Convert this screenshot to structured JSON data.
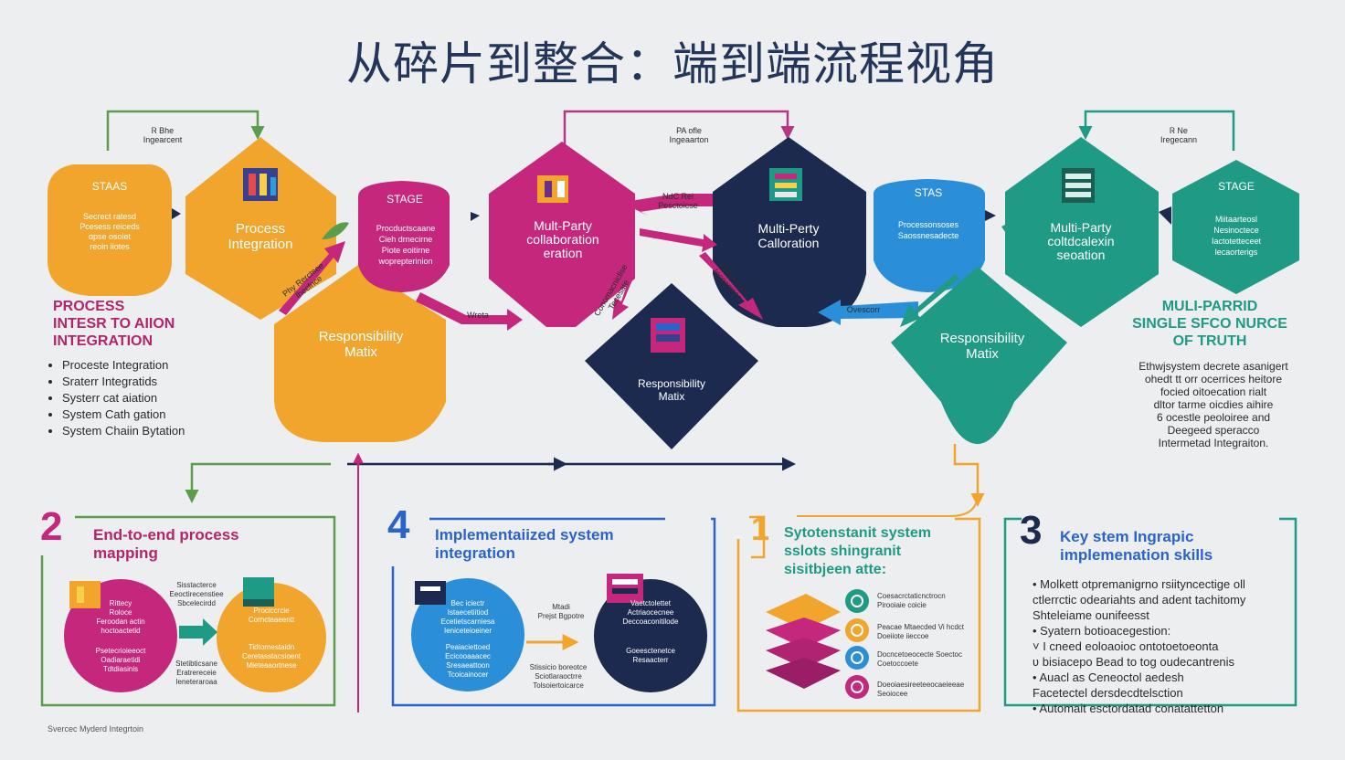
{
  "title": "从碎片到整合：端到端流程视角",
  "top_labels": {
    "left": [
      "Ꮢ Bhe",
      "Ingearcent"
    ],
    "center": [
      "PA ofle",
      "Ingeaarton"
    ],
    "right": [
      "Ꮢ Ne",
      "Iregecann"
    ]
  },
  "shapes": {
    "left_stage": {
      "title": "STAAS",
      "lines": [
        "Secrect ratesd",
        "Pcesess reiceds",
        "ɑpse osoiet",
        "reoin iiotes"
      ]
    },
    "process_integration": [
      "Process",
      "Integration"
    ],
    "center_stage": {
      "title": "STAGE",
      "lines": [
        "Procductscaane",
        "Cieh drnecirne",
        "Piote eoitirne",
        "woprepterinion"
      ]
    },
    "responsibility_left": [
      "Responsibility",
      "Matix"
    ],
    "multiparty_magenta": [
      "Mult-Party",
      "collaboration",
      "eration"
    ],
    "multiparty_navy": [
      "Multi-Perty",
      "Calloration"
    ],
    "responsibility_navy": [
      "Responsibility",
      "Matix"
    ],
    "blue_stage": {
      "title": "STAS",
      "lines": [
        "Processonsoses",
        "Saossnesadecte"
      ]
    },
    "multiparty_teal": [
      "Multi-Party",
      "coltdcalexin",
      "seoation"
    ],
    "teal_stage": {
      "title": "STAGE",
      "lines": [
        "Miitaarteosl",
        "Nesinoctece",
        "Iactotetteceet",
        "lecaorterigs"
      ]
    },
    "responsibility_teal": [
      "Responsibility",
      "Matix"
    ]
  },
  "arrow_labels": {
    "a1": [
      "Phy Rerctsee",
      "Ihecfnce"
    ],
    "a2": [
      "NdC Rei",
      "Pesctoicse"
    ],
    "a3": "Wreta",
    "a4": [
      "Conomacniclise",
      "Tecesate"
    ],
    "a5": [
      "Heticeomp",
      "Iecqanisce"
    ],
    "a6": "Ovescorr"
  },
  "left_heading": [
    "PROCESS",
    "INTESR TO AIION",
    "INTEGRATION"
  ],
  "left_bullets": [
    "Proceste Integration",
    "Sraterr Integratids",
    "Systerr cat aiation",
    "System Cath gation",
    "System Chaiin Bytation"
  ],
  "right_heading": [
    "MULI-PARRID",
    "SINGLE SFCO NURCE",
    "OF TRUTH"
  ],
  "right_desc": [
    "Ethwjsystem decrete asanigert",
    "ohedt tt orr ocerrices heitore",
    "focied oitoecation rialt",
    "dltor tarme oicdies aihire",
    "6 ocestle peoloiree and",
    "Deegeed speracco",
    "Intermetad Integraiton."
  ],
  "boxes": {
    "b2": {
      "number": "2",
      "title": [
        "End-to-end process",
        "mapping"
      ],
      "left_circle": [
        "Rittecy",
        "Roloce",
        "Feroodan actin",
        "hoctoactetid",
        "Psetecrioieeoct",
        "Oadiaraetidi",
        "Tdtdiasinis"
      ],
      "right_circle": [
        "Prociccrcie",
        "Corncteaeentt",
        "Tidtornestaidn",
        "Ceretasstacsioent",
        "Mieteaaortnese"
      ],
      "mid_top": [
        "Sisstacterce",
        "Eeoctirecenstiee",
        "Sbcelecirdd"
      ],
      "mid_bottom": [
        "Stetibticsane",
        "Eratrereceie",
        "Ieneteraroaa"
      ]
    },
    "b4": {
      "number": "4",
      "title": [
        "Implementaiized system",
        "integration"
      ],
      "left_circle": [
        "Bec iciectr",
        "Istaecetiitiod",
        "Ecetietscarniesa",
        "Ieniceteioeiner",
        "Peaiaciettoed",
        "Ecicooaaacec",
        "Sresaeattoon",
        "Tcoicainocer"
      ],
      "right_circle": [
        "Vaetctolettet",
        "Actriaocecnee",
        "Deccoaconitilode",
        "Goeesctenetce",
        "Resaacterr"
      ],
      "arrow_top": [
        "Mtadi",
        "Prejst Bgpotre"
      ],
      "arrow_bottom": [
        "Stissicio boreotce",
        "Sciotlaraoctrre",
        "Tolsoiertoicarce"
      ]
    },
    "b1": {
      "number": "1",
      "title": [
        "Sytotenstanit system",
        "sslots shingranit",
        "sisitbjeen atte:"
      ],
      "rows": [
        [
          "Coesacrctaticnctrocn",
          "Pirooiaie coicie"
        ],
        [
          "Peacae Mtaecded Vi hcdct",
          "Doeiiote iieccoe"
        ],
        [
          "Docncetoeocecte Soectoc",
          "Coetoccoete"
        ],
        [
          "Doeoiaesireeteeocaeieeae",
          "Seoiocee"
        ]
      ]
    },
    "b3": {
      "number": "3",
      "title": [
        "Key stem Ingrapic",
        "implemenation skills"
      ],
      "items": [
        "• Molkett otpremanigrno rsiityncectige oll",
        "  ctlerrctic odeariahts and adent tachitomy",
        "  Shteleiame ounifeesst",
        "• Syatern botioacegestion:",
        "  ˅ I cneed eoloaoioc ontotoetoeonta",
        "    ʋ bisiacepo Bead to tog oudecantrenis",
        "    • Auacl as Ceneoctol aedesh",
        "      Facetectel dersdecdtelsction",
        "    • Automait esctordatad conatattetton"
      ]
    }
  },
  "source": "Svercec Myderd Integrtoin"
}
